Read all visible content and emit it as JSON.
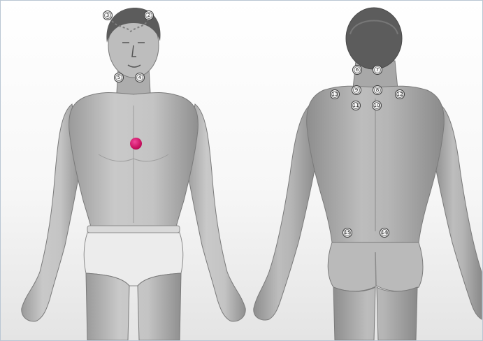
{
  "colors": {
    "background": "#ffffff",
    "skin": "#b8b8b8",
    "hair": "#5c5c5c",
    "underwear": "#e9e9e9",
    "point_border": "#3a3a3a",
    "highlight": "#d0115f"
  },
  "front_points": [
    {
      "id": "front-head-left",
      "label": "3"
    },
    {
      "id": "front-head-right",
      "label": "2"
    },
    {
      "id": "front-neck-left",
      "label": "5"
    },
    {
      "id": "front-neck-right",
      "label": "4"
    }
  ],
  "back_points": [
    {
      "id": "back-neck-left",
      "label": "6"
    },
    {
      "id": "back-neck-right",
      "label": "7"
    },
    {
      "id": "back-shoulder-left",
      "label": "13"
    },
    {
      "id": "back-upper-left",
      "label": "9"
    },
    {
      "id": "back-upper-right",
      "label": "8"
    },
    {
      "id": "back-shoulder-right",
      "label": "12"
    },
    {
      "id": "back-mid-left",
      "label": "11"
    },
    {
      "id": "back-mid-right",
      "label": "10"
    },
    {
      "id": "back-hip-left",
      "label": "15"
    },
    {
      "id": "back-hip-right",
      "label": "14"
    }
  ],
  "highlight_point": {
    "id": "chest-center",
    "color": "#d0115f"
  }
}
